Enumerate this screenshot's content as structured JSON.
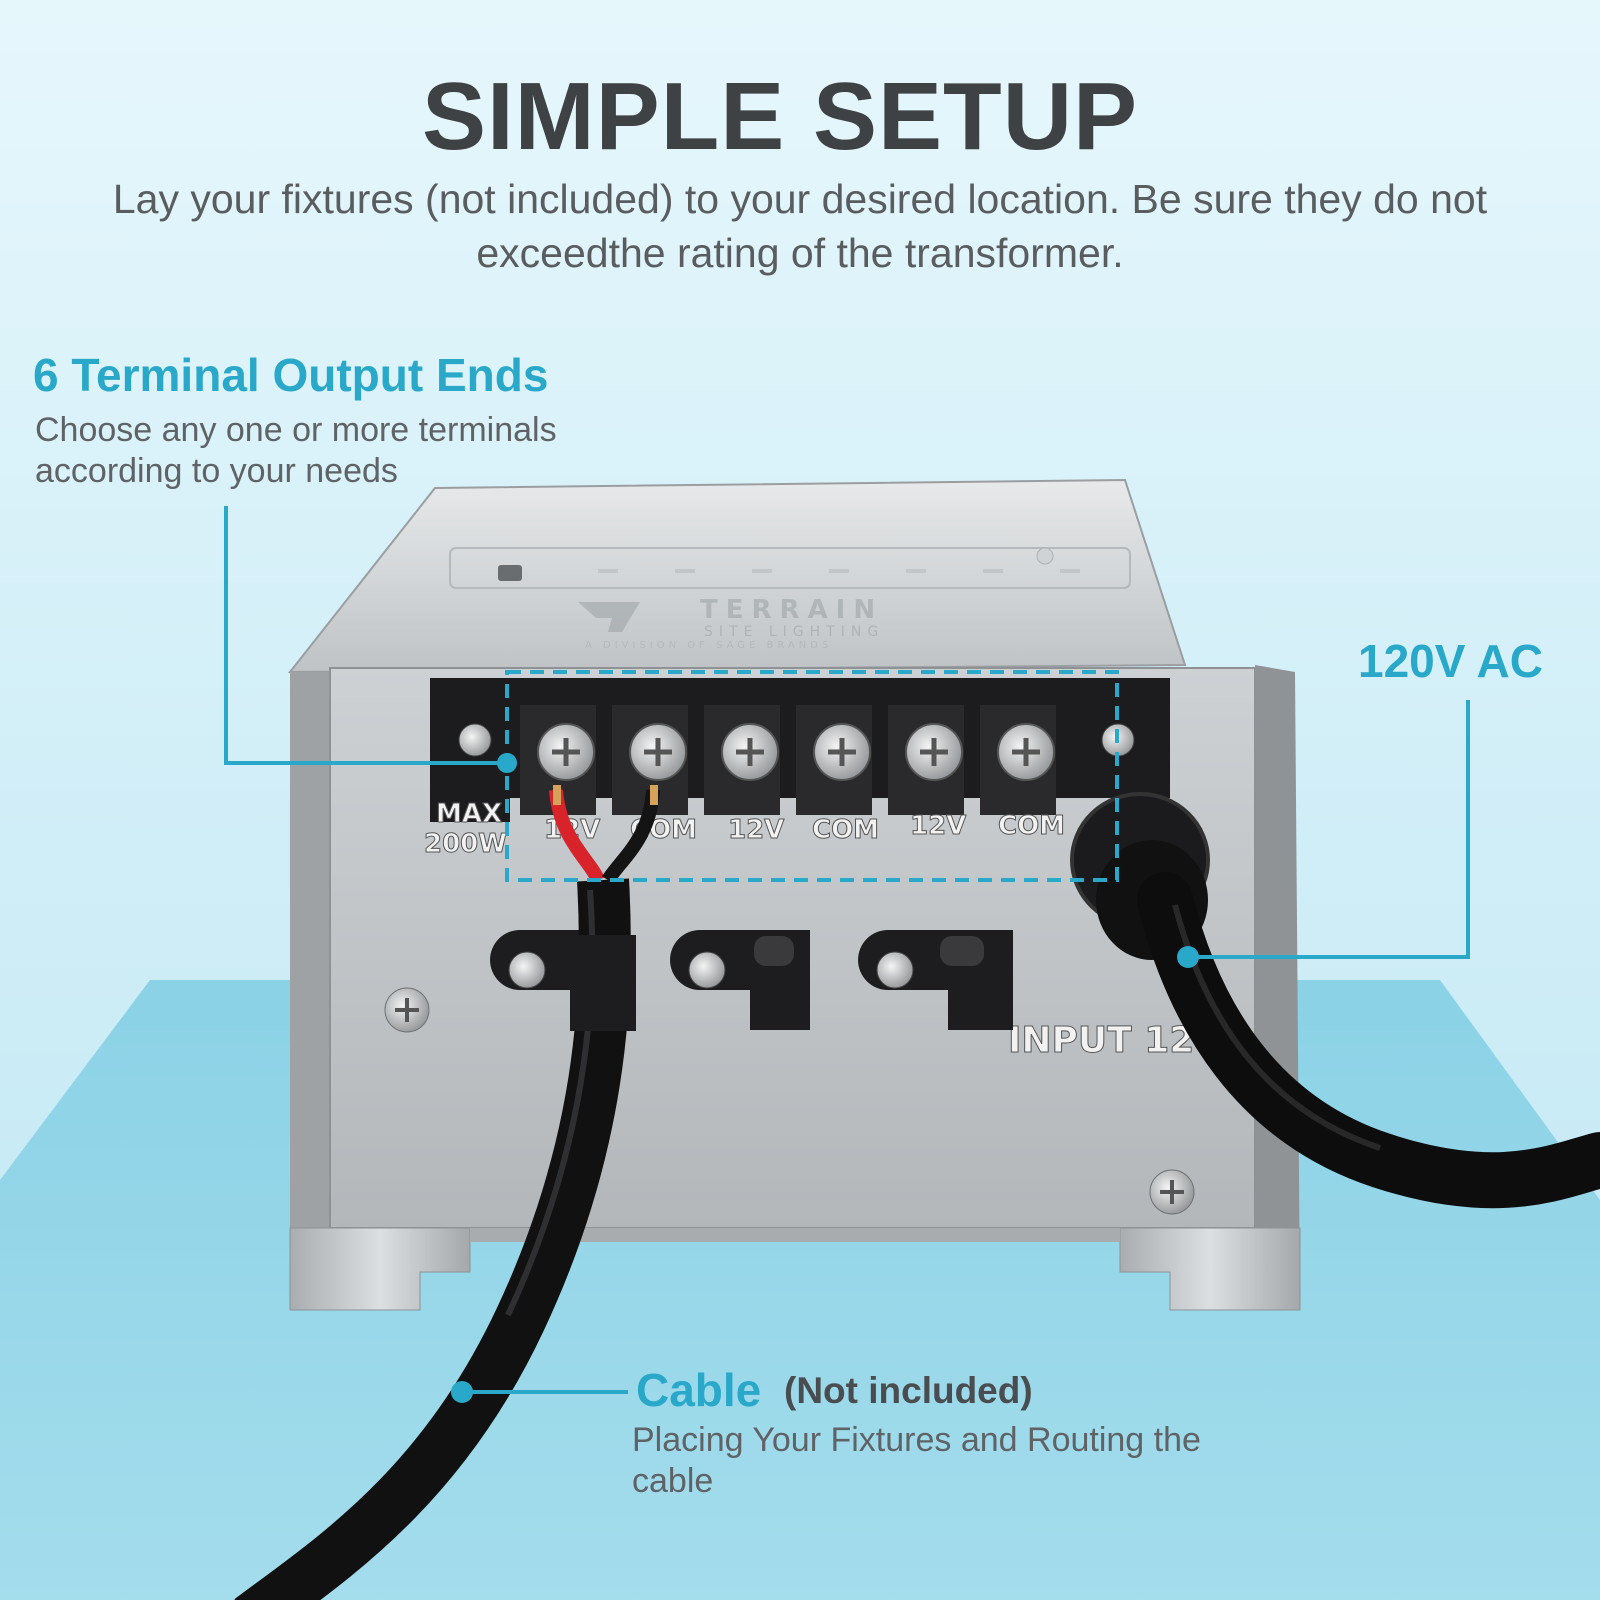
{
  "header": {
    "title": "SIMPLE SETUP",
    "subtitle": "Lay your fixtures (not included) to your desired location. Be sure they do not exceedthe rating of the transformer."
  },
  "callouts": {
    "terminals": {
      "title": "6 Terminal Output Ends",
      "description": "Choose any one or more terminals according to your needs"
    },
    "ac": {
      "title": "120V AC"
    },
    "cable": {
      "title": "Cable",
      "note": "(Not included)",
      "description": "Placing Your Fixtures and Routing the cable"
    }
  },
  "device": {
    "brand": "TERRAIN",
    "brand_sub": "SITE LIGHTING",
    "brand_division": "A DIVISION OF SAGE BRANDS",
    "max_rating_line1": "MAX",
    "max_rating_line2": "200W",
    "terminal_labels": [
      "12V",
      "COM",
      "12V",
      "COM",
      "12V",
      "COM"
    ],
    "input_label": "INPUT  120"
  },
  "colors": {
    "accent": "#29a8c9",
    "title": "#3f4244",
    "background": "#d3eff8",
    "floor": "#8fd3e6"
  }
}
